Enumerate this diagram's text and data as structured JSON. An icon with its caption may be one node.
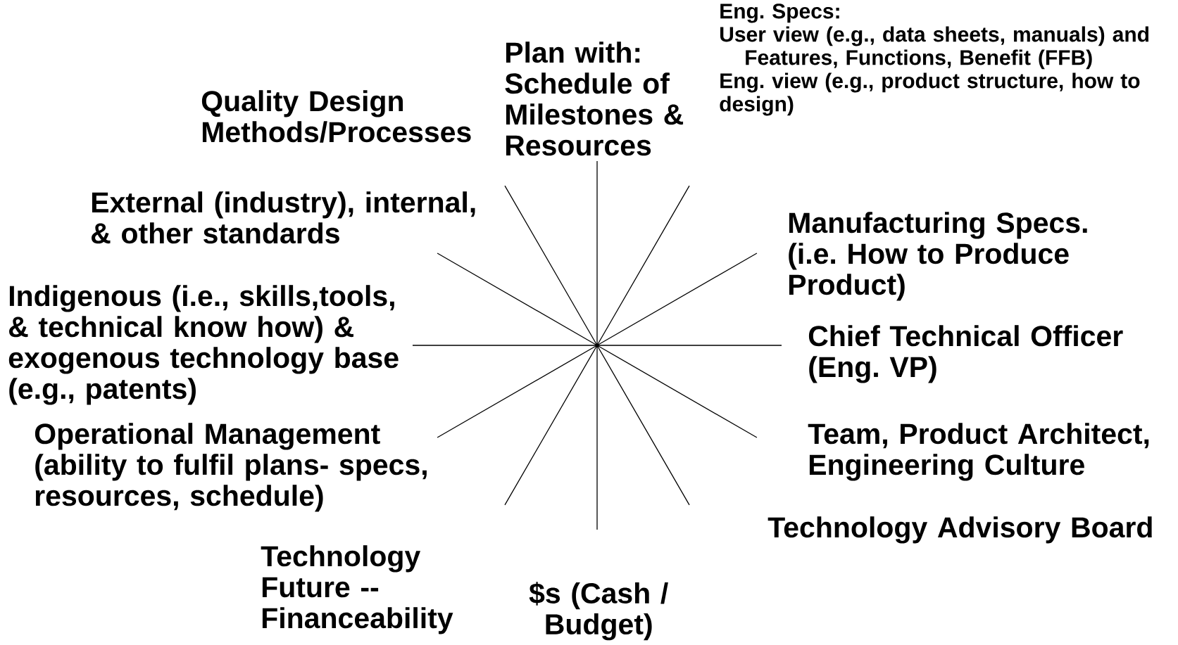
{
  "diagram": {
    "nodes": [
      {
        "text": [
          "Eng. Specs:",
          "User view (e.g., data sheets, manuals) and Features, Functions, Benefit (FFB)",
          "Eng. view (e.g., product structure, how to design)"
        ]
      },
      {
        "text": [
          "Plan with: Schedule of Milestones & Resources"
        ]
      },
      {
        "text": [
          "Quality Design Methods/Processes"
        ]
      },
      {
        "text": [
          "External (industry), internal, & other standards"
        ]
      },
      {
        "text": [
          "Manufacturing Specs. (i.e. How to Produce Product)"
        ]
      },
      {
        "text": [
          "Indigenous (i.e., skills,tools, & technical know how) & exogenous technology base (e.g., patents)"
        ]
      },
      {
        "text": [
          "Chief Technical Officer (Eng. VP)"
        ]
      },
      {
        "text": [
          "Operational Management (ability to fulfil plans- specs, resources, schedule)"
        ]
      },
      {
        "text": [
          "Team, Product Architect, Engineering Culture"
        ]
      },
      {
        "text": [
          "Technology Advisory Board"
        ]
      },
      {
        "text": [
          "Technology Future -- Financeability"
        ]
      },
      {
        "text": [
          "$s (Cash / Budget)"
        ]
      }
    ]
  }
}
